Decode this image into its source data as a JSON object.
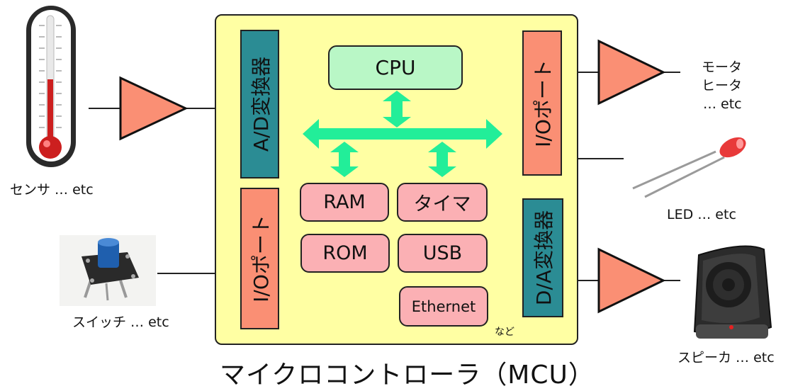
{
  "mcu": {
    "title": "マイクロコントローラ（MCU）",
    "ad_converter": "A/D変換器",
    "da_converter": "D/A変換器",
    "io_port_left": "I/Oポート",
    "io_port_right": "I/Oポート",
    "cpu": "CPU",
    "ram": "RAM",
    "timer": "タイマ",
    "rom": "ROM",
    "usb": "USB",
    "ethernet": "Ethernet",
    "etc_note": "など"
  },
  "peripherals": {
    "sensor": "センサ … etc",
    "switch": "スイッチ … etc",
    "motor": "モータ",
    "heater": "ヒータ",
    "motor_etc": "… etc",
    "led": "LED … etc",
    "speaker": "スピーカ … etc"
  },
  "colors": {
    "mcu_fill": "#ffffa3",
    "converter_fill": "#2b8c94",
    "io_fill": "#fa8f74",
    "cpu_fill": "#b9f7c6",
    "module_fill": "#fbb0b4",
    "bus_fill": "#22ee99",
    "amp_fill": "#fa8f74"
  }
}
